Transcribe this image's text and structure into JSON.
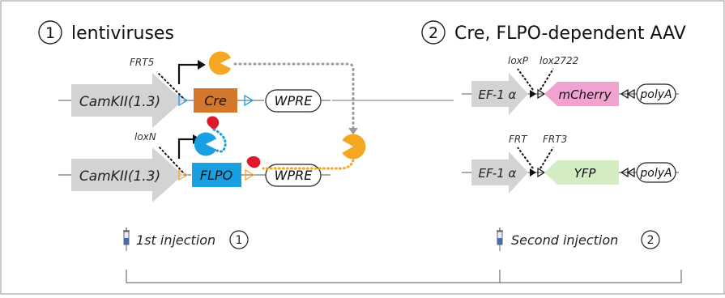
{
  "panel1": {
    "number": "1",
    "title": "lentiviruses"
  },
  "panel2": {
    "number": "2",
    "title": "Cre, FLPO-dependent AAV"
  },
  "construct_cre": {
    "promoter": "CamKII(1.3)",
    "gene": "Cre",
    "element": "WPRE",
    "site": "FRT5"
  },
  "construct_flpo": {
    "promoter": "CamKII(1.3)",
    "gene": "FLPO",
    "element": "WPRE",
    "site": "loxN"
  },
  "aav_mcherry": {
    "promoter": "EF-1 α",
    "gene": "mCherry",
    "terminator": "polyA",
    "site_a": "loxP",
    "site_b": "lox2722"
  },
  "aav_yfp": {
    "promoter": "EF-1 α",
    "gene": "YFP",
    "terminator": "polyA",
    "site_a": "FRT",
    "site_b": "FRT3"
  },
  "timeline": {
    "first": {
      "label": "1st injection",
      "number": "1"
    },
    "second": {
      "label": "Second injection",
      "number": "2"
    }
  },
  "colors": {
    "cre_box": "#d2772b",
    "flpo_box": "#1a9fe0",
    "mcherry": "#f0a3cf",
    "yfp": "#d4ecc2",
    "promoter_arrow": "#d3d3d3",
    "pacman_orange": "#f5a623",
    "pacman_blue": "#1a9fe0",
    "blob_red": "#e0192a",
    "dotted_gray": "#9a9a9a",
    "dotted_orange": "#f5a623",
    "dotted_blue": "#1a9fe0",
    "site_blue": "#1a9fe0",
    "site_orange": "#f5a623",
    "frame": "#a8a8a8"
  }
}
